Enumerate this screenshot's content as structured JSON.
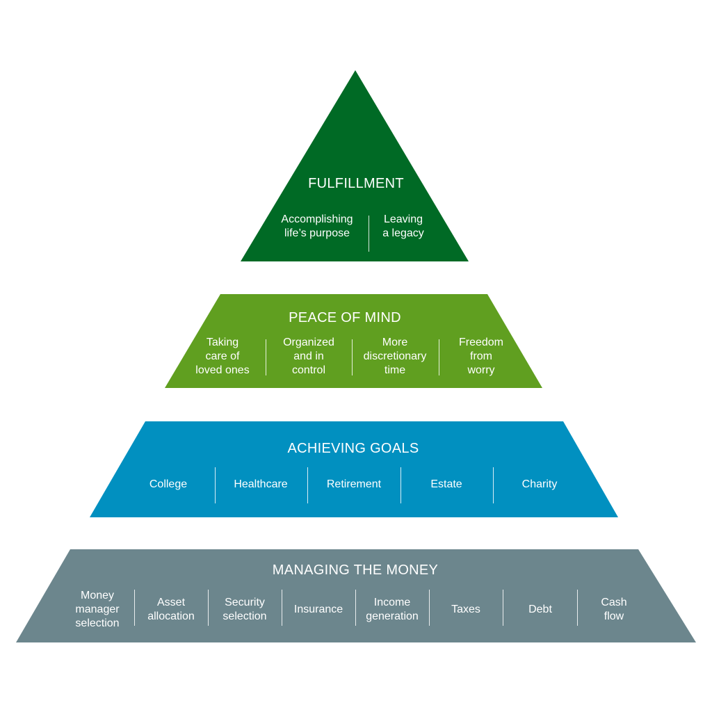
{
  "colors": {
    "fulfillment": "#006a25",
    "peace_of_mind": "#609f20",
    "achieving_goals": "#0190c0",
    "managing_money": "#6c868d",
    "text": "#ffffff"
  },
  "tiers": [
    {
      "key": "fulfillment",
      "title": "FULFILLMENT",
      "items": [
        "Accomplishing\nlife’s purpose",
        "Leaving\na legacy"
      ]
    },
    {
      "key": "peace_of_mind",
      "title": "PEACE OF MIND",
      "items": [
        "Taking\ncare of\nloved ones",
        "Organized\nand in\ncontrol",
        "More\ndiscretionary\ntime",
        "Freedom\nfrom\nworry"
      ]
    },
    {
      "key": "achieving_goals",
      "title": "ACHIEVING GOALS",
      "items": [
        "College",
        "Healthcare",
        "Retirement",
        "Estate",
        "Charity"
      ]
    },
    {
      "key": "managing_money",
      "title": "MANAGING THE MONEY",
      "items": [
        "Money\nmanager\nselection",
        "Asset\nallocation",
        "Security\nselection",
        "Insurance",
        "Income\ngeneration",
        "Taxes",
        "Debt",
        "Cash\nflow"
      ]
    }
  ]
}
